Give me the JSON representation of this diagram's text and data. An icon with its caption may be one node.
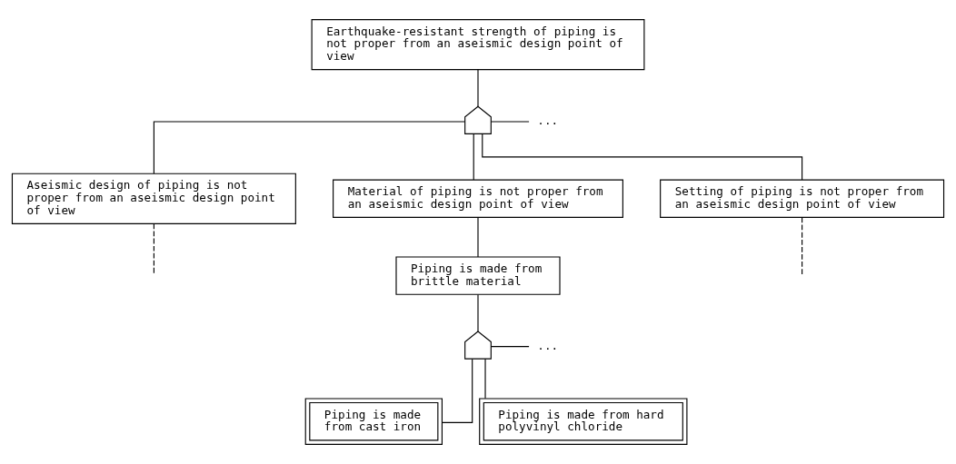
{
  "diagram": {
    "nodes": [
      {
        "text": [
          "Earthquake-resistant strength of piping is not proper from an aseismic design point of view"
        ]
      },
      {
        "text": [],
        "shape": "gate"
      },
      {
        "text": [
          "..."
        ]
      },
      {
        "text": [
          "Aseismic design of piping is not proper from an aseismic design point of view"
        ]
      },
      {
        "text": [
          "Material of piping is not proper from an aseismic design point of view"
        ]
      },
      {
        "text": [
          "Setting of piping is not proper from an aseismic design point of view"
        ]
      },
      {
        "text": [
          "Piping is made from brittle material"
        ]
      },
      {
        "text": [],
        "shape": "gate"
      },
      {
        "text": [
          "..."
        ]
      },
      {
        "text": [
          "Piping is made from cast iron"
        ]
      },
      {
        "text": [
          "Piping is made from hard polyvinyl chloride"
        ]
      }
    ],
    "edges": [
      {
        "from": 0,
        "to": 1,
        "arrow": "none"
      },
      {
        "from": 1,
        "to": 2,
        "arrow": "none"
      },
      {
        "from": 1,
        "to": 3,
        "arrow": "none"
      },
      {
        "from": 1,
        "to": 4,
        "arrow": "none"
      },
      {
        "from": 1,
        "to": 5,
        "arrow": "none"
      },
      {
        "from": 3,
        "to": null,
        "arrow": "none",
        "style": "dashed"
      },
      {
        "from": 5,
        "to": null,
        "arrow": "none",
        "style": "dashed"
      },
      {
        "from": 4,
        "to": 6,
        "arrow": "none"
      },
      {
        "from": 6,
        "to": 7,
        "arrow": "none"
      },
      {
        "from": 7,
        "to": 8,
        "arrow": "none"
      },
      {
        "from": 7,
        "to": 9,
        "arrow": "none"
      },
      {
        "from": 7,
        "to": 10,
        "arrow": "none"
      }
    ]
  }
}
